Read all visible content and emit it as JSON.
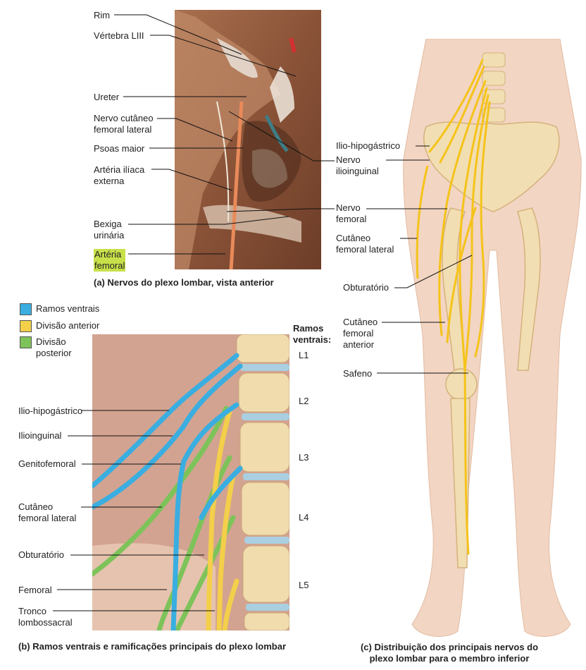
{
  "panel_a": {
    "caption": "(a) Nervos do plexo lombar, vista anterior",
    "labels": {
      "rim": "Rim",
      "vertebra": "Vértebra LIII",
      "ureter": "Ureter",
      "cutaneo": "Nervo cutâneo\nfemoral lateral",
      "psoas": "Psoas maior",
      "arteria_iliaca": "Artéria ilíaca\nexterna",
      "bexiga": "Bexiga\nurinária",
      "arteria_femoral": "Artéria\nfemoral"
    },
    "highlight_color": "#c8e04a"
  },
  "legend": {
    "items": [
      {
        "label": "Ramos ventrais",
        "color": "#3aaee0"
      },
      {
        "label": "Divisão anterior",
        "color": "#f3cf4a"
      },
      {
        "label": "Divisão\nposterior",
        "color": "#7dc35a"
      }
    ]
  },
  "panel_b": {
    "caption": "(b) Ramos ventrais e ramificações principais do plexo lombar",
    "header": "Ramos\nventrais:",
    "levels": [
      "L1",
      "L2",
      "L3",
      "L4",
      "L5"
    ],
    "labels": {
      "ilio": "Ilio-hipogástrico",
      "ilioinguinal": "Ilioinguinal",
      "genito": "Genitofemoral",
      "cutaneo": "Cutâneo\nfemoral lateral",
      "obturatorio": "Obturatório",
      "femoral": "Femoral",
      "tronco": "Tronco\nlombossacral"
    }
  },
  "panel_c": {
    "caption": "(c) Distribuição dos principais nervos do\nplexo lombar para o membro inferior",
    "labels": {
      "ilio": "Ilio-hipogástrico",
      "ilioinguinal": "Nervo\nilioinguinal",
      "femoral": "Nervo\nfemoral",
      "cutaneo": "Cutâneo\nfemoral lateral",
      "obturatorio": "Obturatório",
      "cutaneo_anterior": "Cutâneo\nfemoral\nanterior",
      "safeno": "Safeno"
    }
  }
}
